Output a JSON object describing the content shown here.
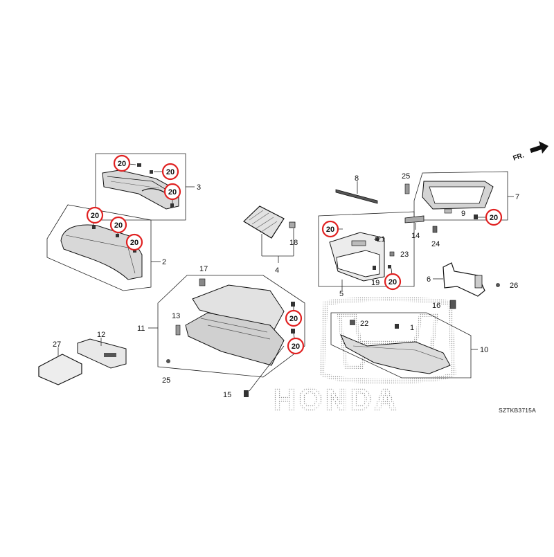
{
  "direction_label": "FR.",
  "reference_code": "SZTKB3715A",
  "brand_watermark": "HONDA",
  "callout_colors": {
    "ring": "#e02020",
    "text": "#111111",
    "line": "#222222"
  },
  "part_numbers": {
    "p1": "1",
    "p2": "2",
    "p3": "3",
    "p4": "4",
    "p5": "5",
    "p6": "6",
    "p7": "7",
    "p8": "8",
    "p9": "9",
    "p10": "10",
    "p11": "11",
    "p12": "12",
    "p13": "13",
    "p14": "14",
    "p15": "15",
    "p16": "16",
    "p17": "17",
    "p18": "18",
    "p19": "19",
    "p21": "21",
    "p22": "22",
    "p23": "23",
    "p24": "24",
    "p25a": "25",
    "p25b": "25",
    "p26": "26",
    "p27": "27"
  },
  "highlighted_callouts": [
    "20",
    "20",
    "20",
    "20",
    "20",
    "20",
    "20",
    "20",
    "20",
    "20",
    "20",
    "20"
  ]
}
